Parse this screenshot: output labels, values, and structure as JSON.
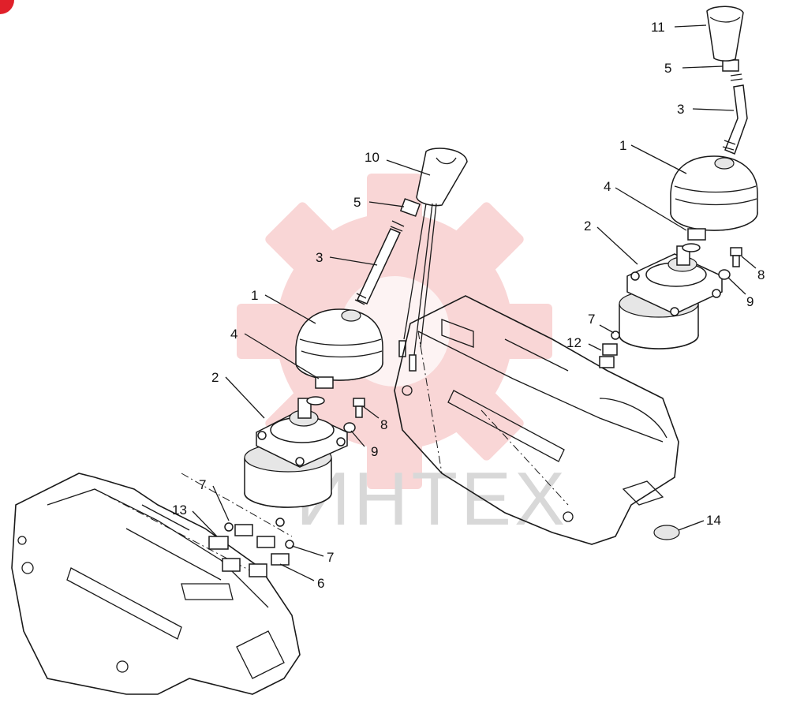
{
  "watermark": {
    "text": "ИНТЕХ",
    "gear_color": "#f7c9c9"
  },
  "callouts": {
    "left": [
      "10",
      "5",
      "3",
      "1",
      "4",
      "2",
      "8",
      "9",
      "7",
      "13",
      "7",
      "6"
    ],
    "right": [
      "11",
      "5",
      "3",
      "1",
      "4",
      "2",
      "8",
      "9",
      "7",
      "12",
      "14"
    ]
  },
  "colors": {
    "line": "#1a1a1a",
    "corner_badge": "#e0202a"
  }
}
